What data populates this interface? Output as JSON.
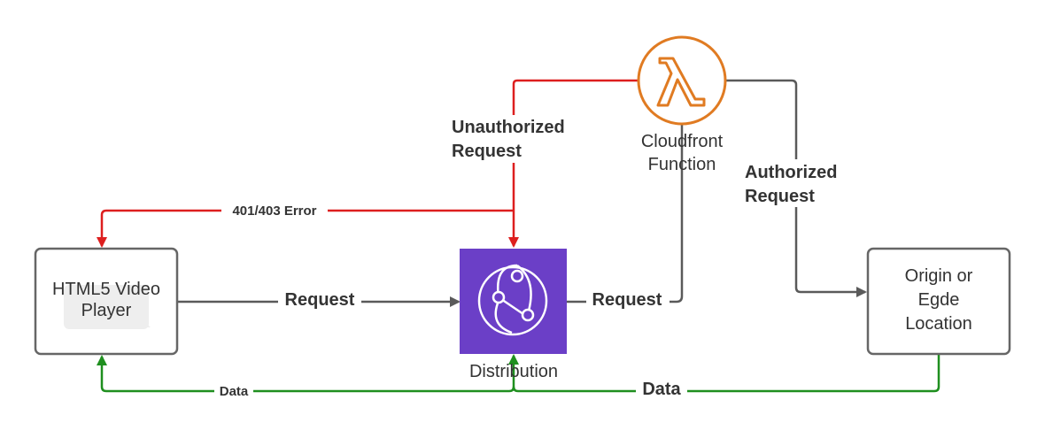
{
  "nodes": {
    "player": {
      "line1": "HTML5 Video",
      "line2": "Player"
    },
    "distribution": {
      "label": "Distribution",
      "icon": "cloudfront-distribution-icon",
      "color": "#6b3fc7"
    },
    "function": {
      "line1": "Cloudfront",
      "line2": "Function",
      "icon": "lambda-icon",
      "color": "#e07b22"
    },
    "origin": {
      "line1": "Origin or",
      "line2": "Egde",
      "line3": "Location"
    }
  },
  "edges": {
    "player_to_distribution": {
      "label": "Request",
      "color": "#5a5a5a"
    },
    "distribution_to_function": {
      "label": "Request",
      "color": "#5a5a5a"
    },
    "function_unauthorized": {
      "line1": "Unauthorized",
      "line2": "Request",
      "color": "#dd1f1f"
    },
    "function_authorized": {
      "line1": "Authorized",
      "line2": "Request",
      "color": "#5a5a5a"
    },
    "error_to_player": {
      "label": "401/403 Error",
      "color": "#dd1f1f"
    },
    "data_to_player": {
      "label": "Data",
      "color": "#1f8f1f"
    },
    "origin_data": {
      "label": "Data",
      "color": "#1f8f1f"
    }
  }
}
